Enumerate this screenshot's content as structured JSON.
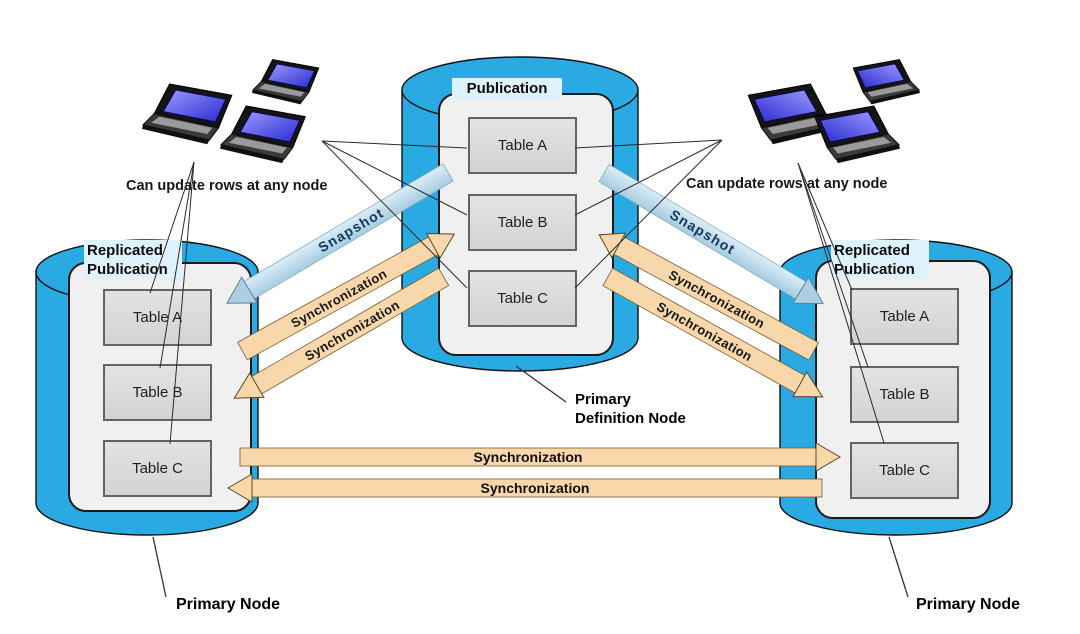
{
  "colors": {
    "cylinder_blue": "#2AAAE2",
    "snapshot_band": "#BFDCEC",
    "sync_band": "#F8D8AB",
    "panel_gray": "#F1F0F0",
    "table_gray": "#DBDBDB",
    "label_highlight": "#DFF1FB"
  },
  "nodes": {
    "center": {
      "title": "Publication",
      "tables": [
        "Table A",
        "Table B",
        "Table C"
      ]
    },
    "left": {
      "title": "Replicated Publication",
      "tables": [
        "Table A",
        "Table B",
        "Table C"
      ]
    },
    "right": {
      "title": "Replicated Publication",
      "tables": [
        "Table A",
        "Table B",
        "Table C"
      ]
    }
  },
  "arrows": {
    "snapshot_left": "Snapshot",
    "snapshot_right": "Snapshot",
    "sync_left_upper": "Synchronization",
    "sync_left_lower": "Synchronization",
    "sync_right_upper": "Synchronization",
    "sync_right_lower": "Synchronization",
    "sync_horizontal_top": "Synchronization",
    "sync_horizontal_bottom": "Synchronization"
  },
  "notes": {
    "left": "Can update rows at any node",
    "right": "Can update rows at any node"
  },
  "captions": {
    "primary_definition": {
      "line1": "Primary",
      "line2": "Definition Node"
    },
    "primary_node_left": "Primary Node",
    "primary_node_right": "Primary Node"
  }
}
